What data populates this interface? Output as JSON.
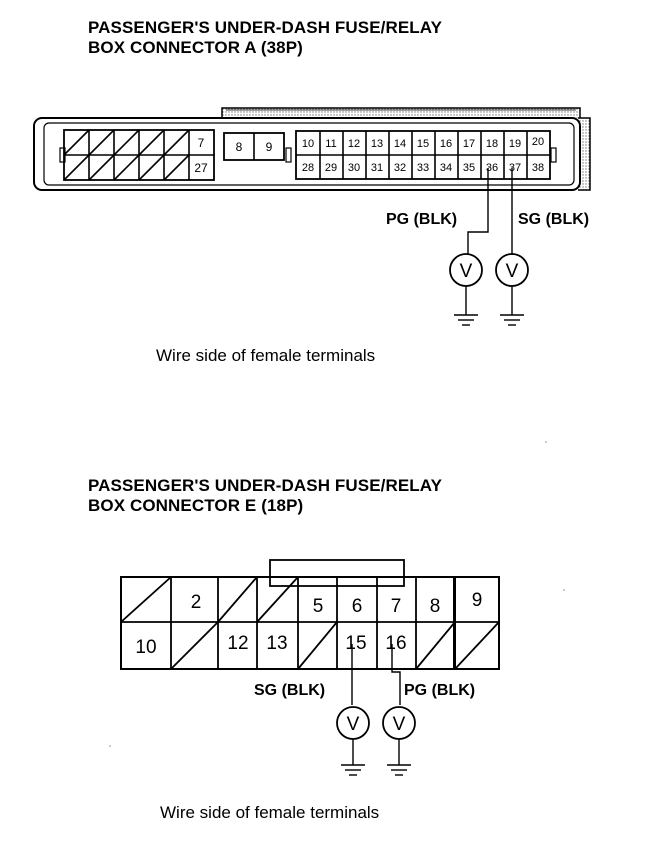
{
  "section_a": {
    "title_line1": "PASSENGER'S UNDER-DASH FUSE/RELAY",
    "title_line2": "BOX CONNECTOR A (38P)",
    "caption": "Wire side of female terminals",
    "pins": {
      "p7": "7",
      "p27": "27",
      "p8": "8",
      "p9": "9",
      "p10": "10",
      "p11": "11",
      "p12": "12",
      "p13": "13",
      "p14": "14",
      "p15": "15",
      "p16": "16",
      "p17": "17",
      "p18": "18",
      "p19": "19",
      "p20": "20",
      "p28": "28",
      "p29": "29",
      "p30": "30",
      "p31": "31",
      "p32": "32",
      "p33": "33",
      "p34": "34",
      "p35": "35",
      "p36": "36",
      "p37": "37",
      "p38": "38"
    },
    "probe_pg": "PG (BLK)",
    "probe_sg": "SG (BLK)",
    "meter_symbol": "V"
  },
  "section_e": {
    "title_line1": "PASSENGER'S UNDER-DASH FUSE/RELAY",
    "title_line2": "BOX CONNECTOR E (18P)",
    "caption": "Wire side of female terminals",
    "pins": {
      "p2": "2",
      "p5": "5",
      "p6": "6",
      "p7": "7",
      "p8": "8",
      "p9": "9",
      "p10": "10",
      "p12": "12",
      "p13": "13",
      "p15": "15",
      "p16": "16"
    },
    "probe_sg": "SG (BLK)",
    "probe_pg": "PG (BLK)",
    "meter_symbol": "V"
  }
}
